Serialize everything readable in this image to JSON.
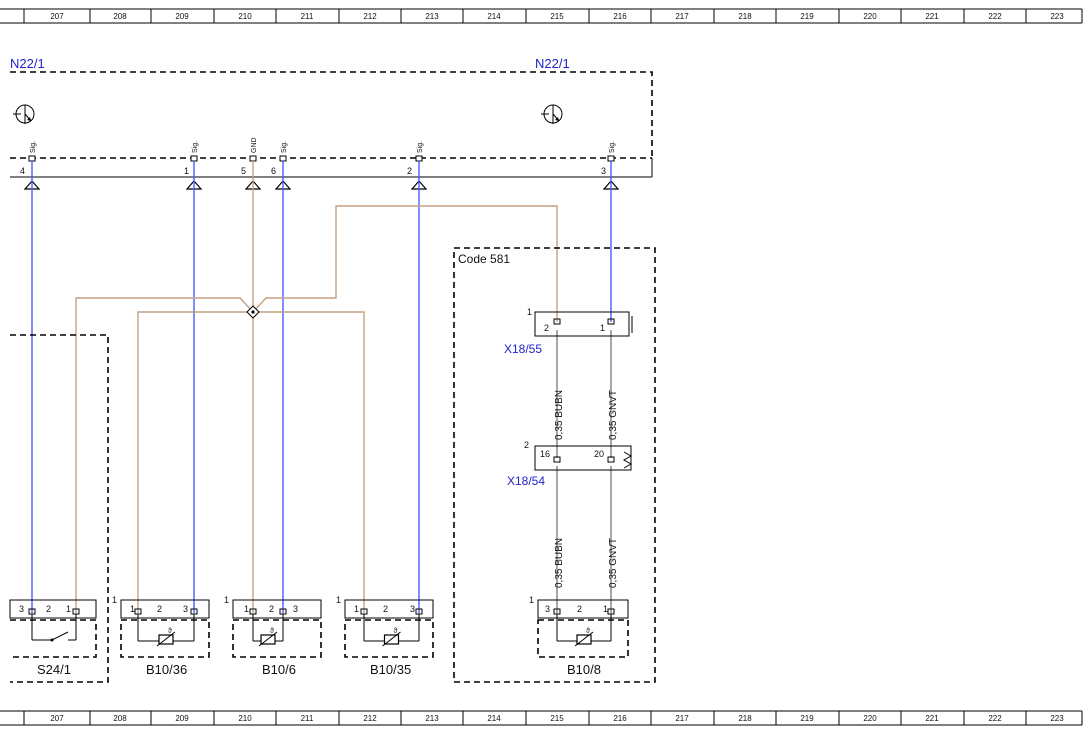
{
  "ruler": {
    "numbers": [
      "207",
      "208",
      "209",
      "210",
      "211",
      "212",
      "213",
      "214",
      "215",
      "216",
      "217",
      "218",
      "219",
      "220",
      "221",
      "222",
      "223"
    ]
  },
  "ecu": {
    "label_left": "N22/1",
    "label_right": "N22/1",
    "pins": [
      {
        "num": "4",
        "sig": "Sig."
      },
      {
        "num": "1",
        "sig": "Sig."
      },
      {
        "num": "5",
        "sig": "GND"
      },
      {
        "num": "6",
        "sig": "Sig."
      },
      {
        "num": "2",
        "sig": "Sig."
      },
      {
        "num": "3",
        "sig": "Sig."
      }
    ]
  },
  "code_box": {
    "label": "Code 581"
  },
  "connectors": {
    "x18_55": {
      "label": "X18/55",
      "index": "1",
      "pin_a": "2",
      "pin_b": "1"
    },
    "x18_54": {
      "label": "X18/54",
      "index": "2",
      "pin_a": "16",
      "pin_b": "20"
    }
  },
  "wires": {
    "upper_left": "0,35 BUBN",
    "upper_right": "0,35 GNVT",
    "lower_left": "0,35 BUBN",
    "lower_right": "0,35 GNVT"
  },
  "components": [
    {
      "label": "S24/1",
      "index": "",
      "pins": [
        "3",
        "2",
        "1"
      ]
    },
    {
      "label": "B10/36",
      "index": "1",
      "pins": [
        "1",
        "2",
        "3"
      ]
    },
    {
      "label": "B10/6",
      "index": "1",
      "pins": [
        "1",
        "2",
        "3"
      ]
    },
    {
      "label": "B10/35",
      "index": "1",
      "pins": [
        "1",
        "2",
        "3"
      ]
    },
    {
      "label": "B10/8",
      "index": "1",
      "pins": [
        "3",
        "2",
        "1"
      ]
    }
  ],
  "colors": {
    "blue_wire": "#4a5cff",
    "brown_wire": "#c4a183",
    "label_blue": "#2222cc"
  }
}
